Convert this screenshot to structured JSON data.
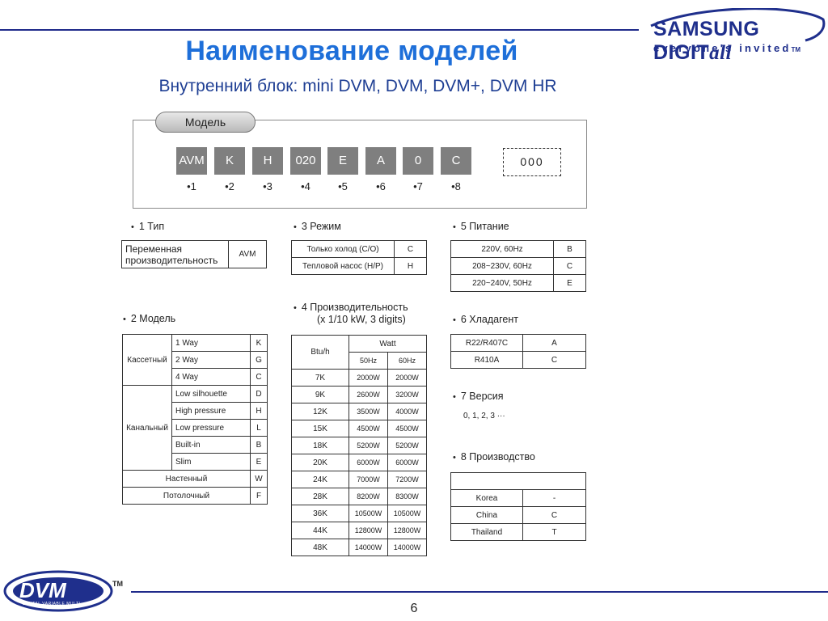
{
  "header": {
    "brand": "SAMSUNG DIGIT",
    "brand_suffix": "all",
    "tagline": "everyone's invited",
    "tagline_tm": "TM"
  },
  "title": "Наименование моделей",
  "subtitle": "Внутренний блок: mini DVM, DVM, DVM+, DVM HR",
  "model": {
    "label": "Модель",
    "codes": [
      "AVM",
      "K",
      "H",
      "020",
      "E",
      "A",
      "0",
      "C"
    ],
    "indices": [
      "•1",
      "•2",
      "•3",
      "•4",
      "•5",
      "•6",
      "•7",
      "•8"
    ],
    "suffix": "000"
  },
  "sec1": {
    "bullet": "•",
    "title": "1  Тип",
    "rows": [
      [
        "Переменная производительность",
        "AVM"
      ]
    ]
  },
  "sec2": {
    "bullet": "•",
    "title": "2  Модель",
    "groups": [
      {
        "name": "Кассетный",
        "items": [
          [
            "1 Way",
            "K"
          ],
          [
            "2 Way",
            "G"
          ],
          [
            "4 Way",
            "C"
          ]
        ]
      },
      {
        "name": "Канальный",
        "items": [
          [
            "Low silhouette",
            "D"
          ],
          [
            "High pressure",
            "H"
          ],
          [
            "Low pressure",
            "L"
          ],
          [
            "Built-in",
            "B"
          ],
          [
            "Slim",
            "E"
          ]
        ]
      }
    ],
    "singles": [
      [
        "Настенный",
        "W"
      ],
      [
        "Потолочный",
        "F"
      ]
    ]
  },
  "sec3": {
    "bullet": "•",
    "title": "3  Режим",
    "rows": [
      [
        "Только холод (C/O)",
        "C"
      ],
      [
        "Тепловой насос (H/P)",
        "H"
      ]
    ]
  },
  "sec4": {
    "bullet": "•",
    "title": "4  Производительность",
    "title2": "(x 1/10 kW, 3 digits)",
    "head": {
      "btu": "Btu/h",
      "watt": "Watt",
      "hz50": "50Hz",
      "hz60": "60Hz"
    },
    "rows": [
      [
        "7K",
        "2000W",
        "2000W"
      ],
      [
        "9K",
        "2600W",
        "3200W"
      ],
      [
        "12K",
        "3500W",
        "4000W"
      ],
      [
        "15K",
        "4500W",
        "4500W"
      ],
      [
        "18K",
        "5200W",
        "5200W"
      ],
      [
        "20K",
        "6000W",
        "6000W"
      ],
      [
        "24K",
        "7000W",
        "7200W"
      ],
      [
        "28K",
        "8200W",
        "8300W"
      ],
      [
        "36K",
        "10500W",
        "10500W"
      ],
      [
        "44K",
        "12800W",
        "12800W"
      ],
      [
        "48K",
        "14000W",
        "14000W"
      ]
    ]
  },
  "sec5": {
    "bullet": "•",
    "title": "5  Питание",
    "rows": [
      [
        "220V, 60Hz",
        "B"
      ],
      [
        "208~230V, 60Hz",
        "C"
      ],
      [
        "220~240V, 50Hz",
        "E"
      ]
    ]
  },
  "sec6": {
    "bullet": "•",
    "title": "6  Хладагент",
    "rows": [
      [
        "R22/R407C",
        "A"
      ],
      [
        "R410A",
        "C"
      ]
    ]
  },
  "sec7": {
    "bullet": "•",
    "title": "7 Версия",
    "text": "0, 1, 2, 3 ···"
  },
  "sec8": {
    "bullet": "•",
    "title": "8  Производство",
    "rows": [
      [
        "",
        ""
      ],
      [
        "Korea",
        "-"
      ],
      [
        "China",
        "C"
      ],
      [
        "Thailand",
        "T"
      ]
    ]
  },
  "footer": {
    "logo": "DVM",
    "logo_sub": "DIGITAL VARIABLE MULTI",
    "tm": "TM",
    "page": "6"
  }
}
